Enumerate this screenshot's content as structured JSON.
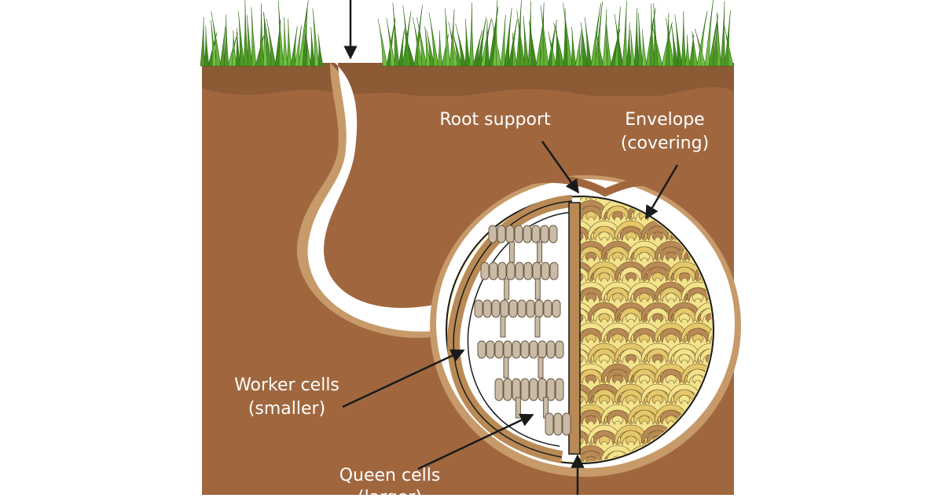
{
  "diagram": {
    "labels": {
      "root_support": "Root support",
      "envelope_line1": "Envelope",
      "envelope_line2": "(covering)",
      "worker_line1": "Worker cells",
      "worker_line2": "(smaller)",
      "queen_line1": "Queen cells",
      "queen_line2": "(larger)"
    },
    "colors": {
      "soil": "#a0673f",
      "soil_edge": "#c79a6a",
      "grass": "#5aa82e",
      "cavity": "#ffffff",
      "comb": "#c9bba6",
      "envelope_light": "#f3e48c",
      "envelope_mid": "#e4c86a",
      "envelope_dark": "#b98a55",
      "pillar": "#b98a55",
      "outline": "#1a1a1a"
    },
    "icons": [
      "entrance-arrow-icon",
      "arrow-icon"
    ]
  }
}
